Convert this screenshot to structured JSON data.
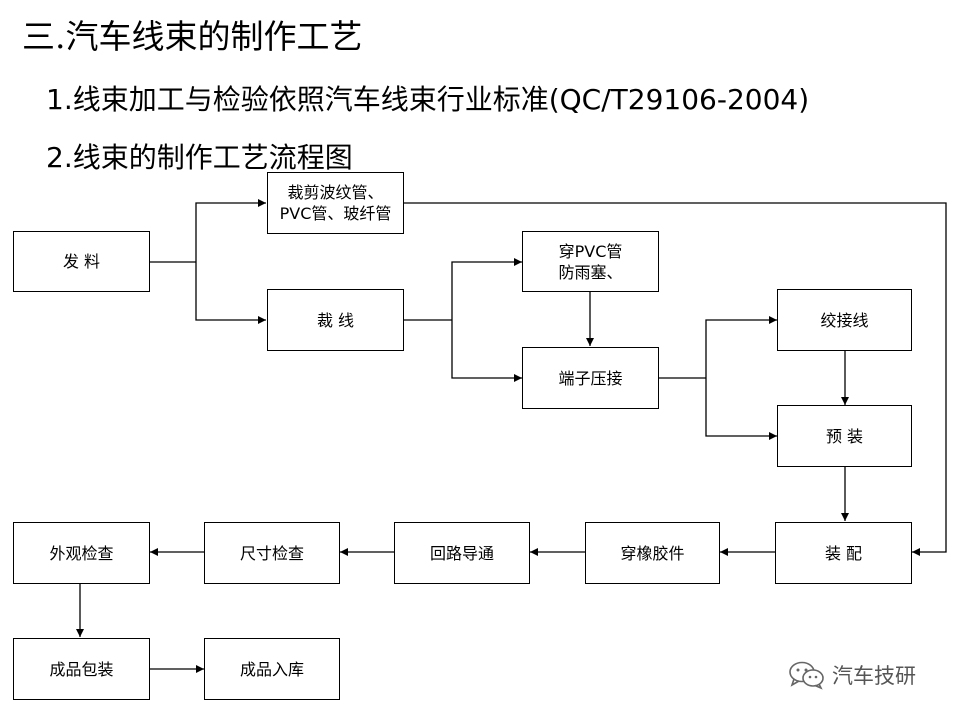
{
  "header": {
    "title": "三.汽车线束的制作工艺",
    "line1": "1.线束加工与检验依照汽车线束行业标准(QC/T29106-2004)",
    "line2": "2.线束的制作工艺流程图"
  },
  "nodes": {
    "fa_liao": "发  料",
    "cai_bo": "裁剪波纹管、\nPVC管、玻纤管",
    "cai_xian": "裁  线",
    "chuan_pvc": "穿PVC管\n防雨塞、",
    "duanzi": "端子压接",
    "jiao_jie": "绞接线",
    "yu_zhuang": "预  装",
    "zhuang_pei": "装  配",
    "chuan_xiang": "穿橡胶件",
    "hui_lu": "回路导通",
    "chi_cun": "尺寸检查",
    "wai_guan": "外观检查",
    "cheng_bao": "成品包装",
    "cheng_ru": "成品入库"
  },
  "watermark": {
    "text": "汽车技研",
    "icon": "wechat-icon"
  }
}
